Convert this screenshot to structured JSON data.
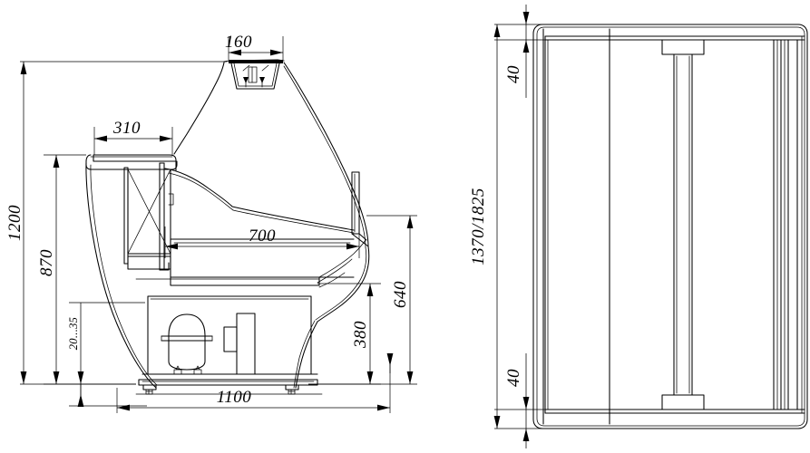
{
  "drawing": {
    "title": "Refrigerated display counter technical drawing",
    "type": "engineering-dimensioned-drawing",
    "units": "mm",
    "line_color": "#000000",
    "background_color": "#ffffff",
    "views": [
      {
        "id": "side-section-view",
        "name": "Side sectional view",
        "position": "left"
      },
      {
        "id": "plan-view",
        "name": "Plan / top view",
        "position": "right"
      }
    ]
  },
  "dimensions": {
    "side_view": {
      "top_width": "160",
      "shelf_width": "310",
      "total_height": "1200",
      "worktop_height": "870",
      "adjustable_foot": "20...35",
      "display_depth": "700",
      "glass_bottom_height": "640",
      "base_height": "380",
      "total_length": "1100"
    },
    "plan_view": {
      "top_offset": "40",
      "bottom_offset": "40",
      "overall_depth": "1370/1825"
    }
  },
  "labels": [
    {
      "id": "dim-160",
      "value": "160",
      "orientation": "horizontal"
    },
    {
      "id": "dim-310",
      "value": "310",
      "orientation": "horizontal"
    },
    {
      "id": "dim-1200",
      "value": "1200",
      "orientation": "vertical"
    },
    {
      "id": "dim-870",
      "value": "870",
      "orientation": "vertical"
    },
    {
      "id": "dim-2035",
      "value": "20...35",
      "orientation": "vertical"
    },
    {
      "id": "dim-700",
      "value": "700",
      "orientation": "horizontal"
    },
    {
      "id": "dim-640",
      "value": "640",
      "orientation": "vertical"
    },
    {
      "id": "dim-380",
      "value": "380",
      "orientation": "vertical"
    },
    {
      "id": "dim-1100",
      "value": "1100",
      "orientation": "horizontal"
    },
    {
      "id": "dim-40-top",
      "value": "40",
      "orientation": "vertical"
    },
    {
      "id": "dim-40-bottom",
      "value": "40",
      "orientation": "vertical"
    },
    {
      "id": "dim-1370-1825",
      "value": "1370/1825",
      "orientation": "vertical"
    }
  ]
}
